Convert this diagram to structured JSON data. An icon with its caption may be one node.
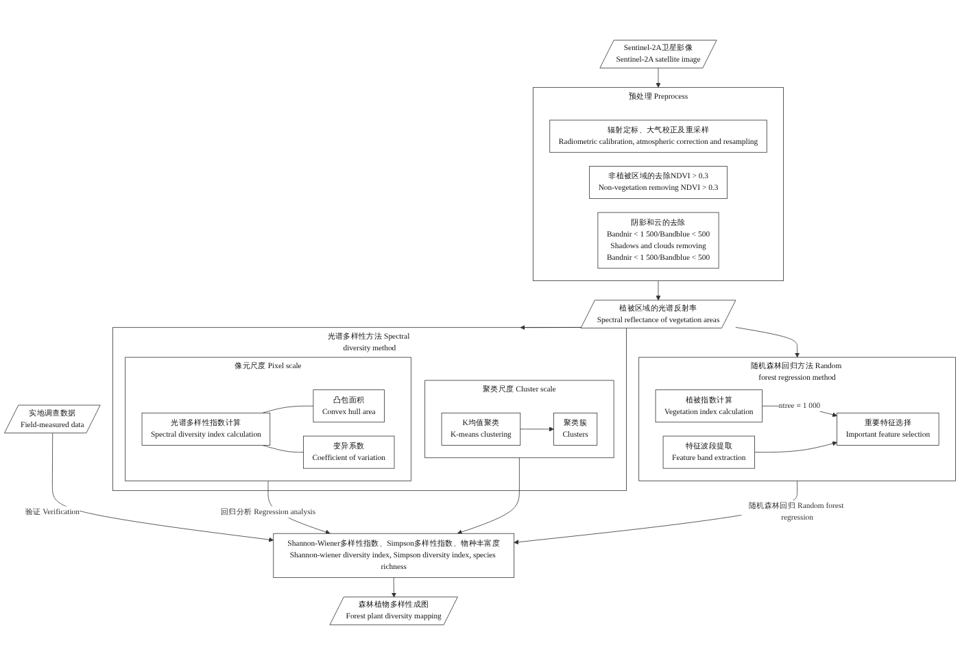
{
  "diagram": {
    "nodes": [
      {
        "text": [
          "Sentinel-2A卫星影像",
          "Sentinel-2A satellite image"
        ]
      },
      {
        "text": [
          "预处理",
          "Preprocess"
        ]
      },
      {
        "text": [
          "辐射定标、大气校正及重采样",
          "Radiometric calibration, atmospheric correction and resampling"
        ],
        "in": 1
      },
      {
        "text": [
          "非植被区域的去除NDVI > 0.3",
          "Non-vegetation removing NDVI > 0.3"
        ],
        "in": 1
      },
      {
        "text": [
          "阴影和云的去除",
          "Bandnir < 1 500/Bandblue < 500",
          "Shadows and clouds removing",
          "Bandnir < 1 500/Bandblue < 500"
        ],
        "in": 1
      },
      {
        "text": [
          "植被区域的光谱反射率",
          "Spectral reflectance of vegetation areas"
        ]
      },
      {
        "text": [
          "光谱多样性方法",
          "Spectral diversity method"
        ]
      },
      {
        "text": [
          "像元尺度",
          "Pixel scale"
        ],
        "in": 6
      },
      {
        "text": [
          "光谱多样性指数计算",
          "Spectral diversity index calculation"
        ],
        "in": 7
      },
      {
        "text": [
          "凸包面积",
          "Convex hull area"
        ],
        "in": 7
      },
      {
        "text": [
          "变异系数",
          "Coefficient of variation"
        ],
        "in": 7
      },
      {
        "text": [
          "聚类尺度",
          "Cluster scale"
        ],
        "in": 6
      },
      {
        "text": [
          "K均值聚类",
          "K-means clustering"
        ],
        "in": 11
      },
      {
        "text": [
          "聚类簇",
          "Clusters"
        ],
        "in": 11
      },
      {
        "text": [
          "随机森林回归方法",
          "Random forest regression method"
        ]
      },
      {
        "text": [
          "植被指数计算",
          "Vegetation index calculation"
        ],
        "in": 14
      },
      {
        "text": [
          "特征波段提取",
          "Feature band extraction"
        ],
        "in": 14
      },
      {
        "text": [
          "重要特征选择",
          "Important feature selection"
        ],
        "in": 14
      },
      {
        "text": [
          "Shannon-Wiener多样性指数、Simpson多样性指数、物种丰富度",
          "Shannon-wiener diversity index, Simpson diversity index, species richness"
        ]
      },
      {
        "text": [
          "实地调查数据",
          "Field-measured data"
        ]
      },
      {
        "text": [
          "森林植物多样性成图",
          "Forest plant diversity mapping"
        ]
      }
    ],
    "edges": [
      {
        "from": 0,
        "to": 1,
        "arrow": "to"
      },
      {
        "from": 1,
        "to": 5,
        "arrow": "to"
      },
      {
        "from": 5,
        "to": 6,
        "arrow": "to"
      },
      {
        "from": 5,
        "to": 14,
        "arrow": "to"
      },
      {
        "from": 8,
        "to": 9,
        "arrow": "none"
      },
      {
        "from": 8,
        "to": 10,
        "arrow": "none"
      },
      {
        "from": 12,
        "to": 13,
        "arrow": "to"
      },
      {
        "from": 15,
        "to": 17,
        "arrow": "to",
        "label": "ntree = 1 000"
      },
      {
        "from": 16,
        "to": 17,
        "arrow": "to"
      },
      {
        "from": 7,
        "to": 18,
        "arrow": "to",
        "label": "回归分析 Regression analysis"
      },
      {
        "from": 11,
        "to": 18,
        "arrow": "to"
      },
      {
        "from": 14,
        "to": 18,
        "arrow": "to",
        "label": "随机森林回归 Random forest regression"
      },
      {
        "from": 19,
        "to": 18,
        "arrow": "to",
        "label": "验证 Verification"
      },
      {
        "from": 18,
        "to": 20,
        "arrow": "to"
      }
    ]
  }
}
